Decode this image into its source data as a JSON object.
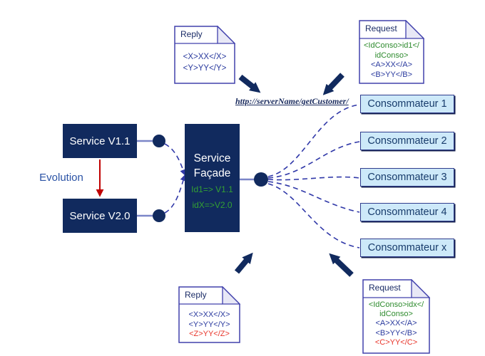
{
  "colors": {
    "navy": "#112A5E",
    "box_text": "#FFFFFF",
    "consumer_fill": "#CDE9F9",
    "consumer_border": "#2F3C8C",
    "consumer_text": "#173B6B",
    "connector_dash": "#3038A8",
    "connector_solid": "#7B86C8",
    "doc_border": "#4040AC",
    "doc_fold_fill": "#E8E8F6",
    "doc_title": "#1A2B66",
    "xml_blue": "#2A3A9E",
    "xml_green": "#2E8B2E",
    "xml_red": "#E8352A",
    "evolution_arrow": "#C00000",
    "evolution_text": "#2A52A5",
    "facade_mapping_green": "#33A033"
  },
  "services": {
    "v11_label": "Service V1.1",
    "v20_label": "Service V2.0",
    "evolution_label": "Evolution"
  },
  "facade": {
    "title_line1": "Service",
    "title_line2": "Façade",
    "mapping_line1": "Id1=> V1.1",
    "mapping_line2": "idX=>V2.0"
  },
  "endpoint_url": "http://serverName/getCustomer/",
  "consumers": [
    {
      "label": "Consommateur 1"
    },
    {
      "label": "Consommateur 2"
    },
    {
      "label": "Consommateur 3"
    },
    {
      "label": "Consommateur 4"
    },
    {
      "label": "Consommateur x"
    }
  ],
  "documents": {
    "reply_top": {
      "title": "Reply",
      "lines": [
        {
          "text": "<X>XX</X>",
          "color": "#2A3A9E"
        },
        {
          "text": "<Y>YY</Y>",
          "color": "#2A3A9E"
        }
      ]
    },
    "request_top": {
      "title": "Request",
      "lines": [
        {
          "text": "<IdConso>id1</",
          "color": "#2E8B2E"
        },
        {
          "text": "idConso>",
          "color": "#2E8B2E"
        },
        {
          "text": "<A>XX</A>",
          "color": "#2A3A9E"
        },
        {
          "text": "<B>YY</B>",
          "color": "#2A3A9E"
        }
      ]
    },
    "reply_bottom": {
      "title": "Reply",
      "lines": [
        {
          "text": "<X>XX</X>",
          "color": "#2A3A9E"
        },
        {
          "text": "<Y>YY</Y>",
          "color": "#2A3A9E"
        },
        {
          "text": "<Z>YY</Z>",
          "color": "#E8352A"
        }
      ]
    },
    "request_bottom": {
      "title": "Request",
      "lines": [
        {
          "text": "<IdConso>idx</",
          "color": "#2E8B2E"
        },
        {
          "text": "idConso>",
          "color": "#2E8B2E"
        },
        {
          "text": "<A>XX</A>",
          "color": "#2A3A9E"
        },
        {
          "text": "<B>YY</B>",
          "color": "#2A3A9E"
        },
        {
          "text": "<C>YY</C>",
          "color": "#E8352A"
        }
      ]
    }
  }
}
